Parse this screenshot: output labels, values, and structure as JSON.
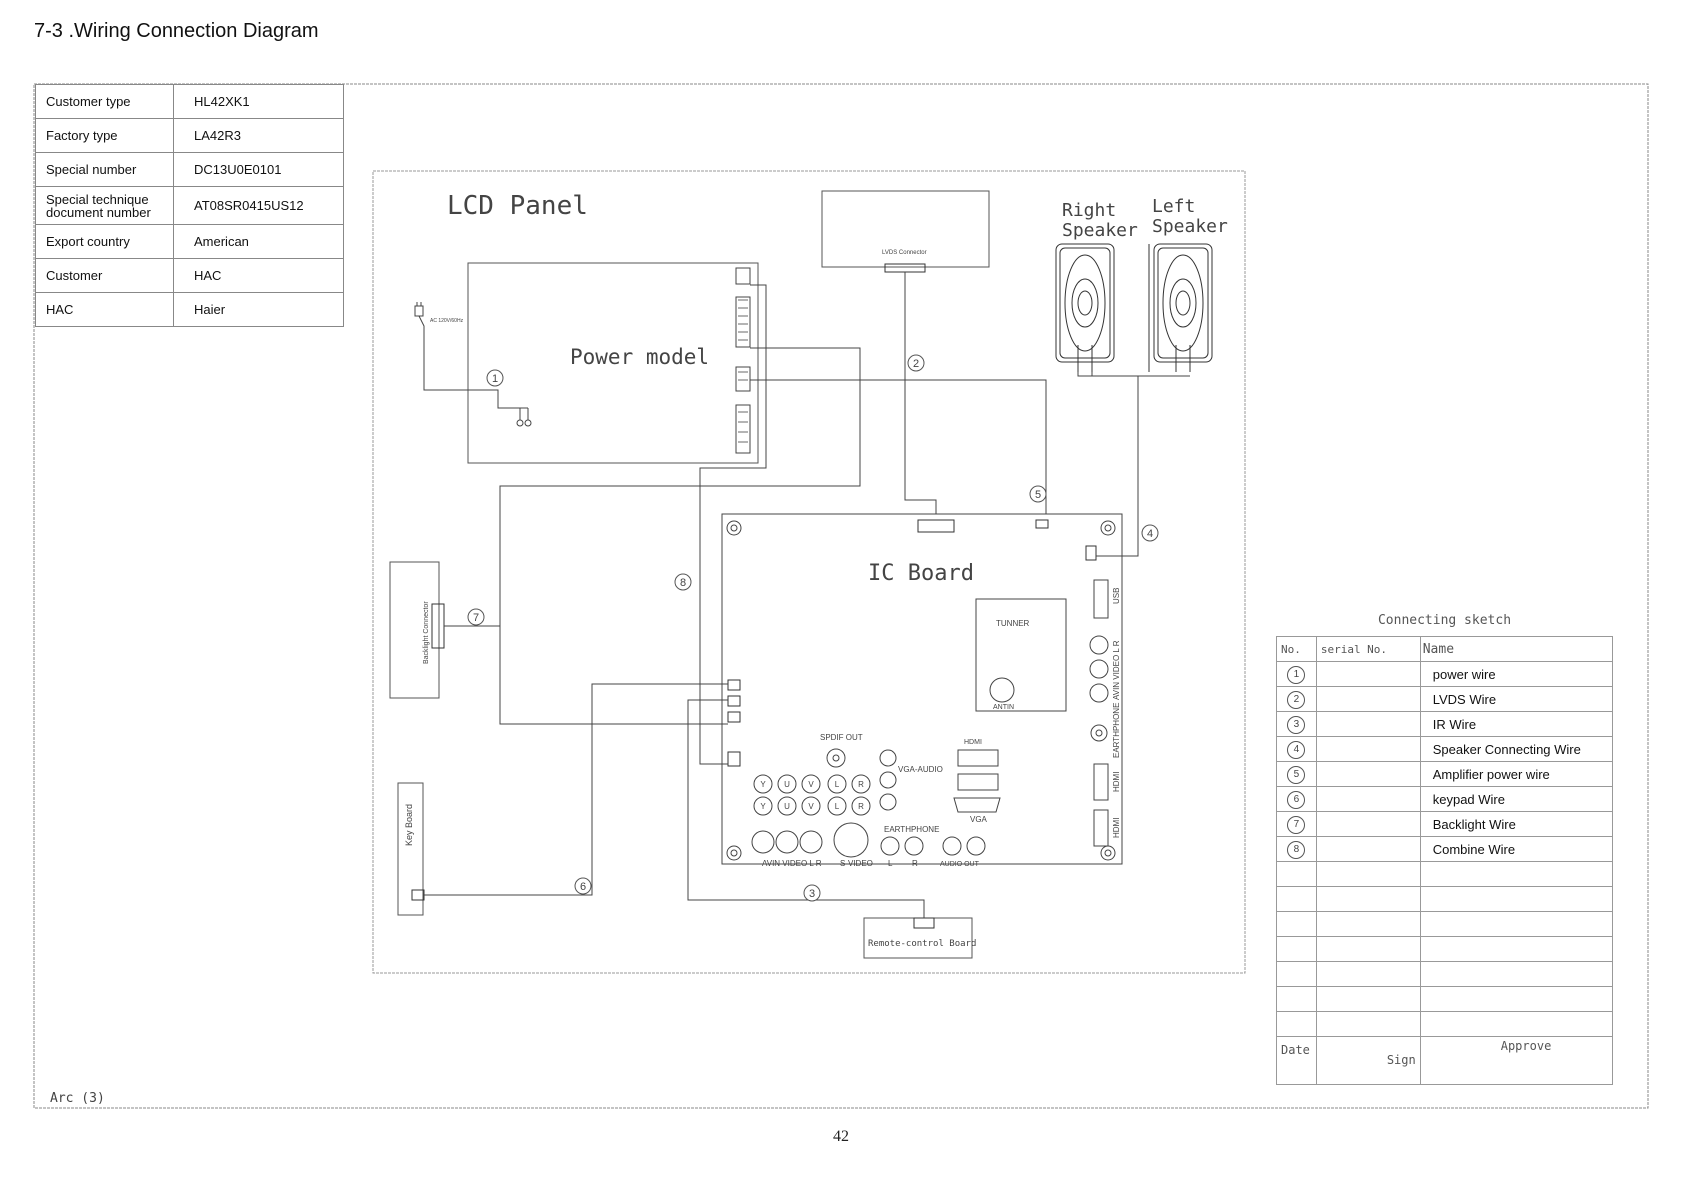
{
  "page": {
    "title": "7-3 .Wiring Connection Diagram",
    "page_number": "42",
    "corner_note": "Arc (3)"
  },
  "info_table": [
    {
      "key": "Customer type",
      "value": "HL42XK1"
    },
    {
      "key": "Factory type",
      "value": "LA42R3"
    },
    {
      "key": "Special number",
      "value": "DC13U0E0101"
    },
    {
      "key": "Special technique document number",
      "value": "AT08SR0415US12"
    },
    {
      "key": "Export country",
      "value": "American"
    },
    {
      "key": "Customer",
      "value": "HAC"
    },
    {
      "key": "HAC",
      "value": "Haier"
    }
  ],
  "diagram": {
    "lcd_panel": "LCD  Panel",
    "power_model": "Power  model",
    "ac_label": "AC 120V/60Hz",
    "lvds_connector": "LVDS Connector",
    "right_speaker": [
      "Right",
      "Speaker"
    ],
    "left_speaker": [
      "Left",
      "Speaker"
    ],
    "ic_board": "IC  Board",
    "tuner": "TUNNER",
    "antin": "ANTIN",
    "backlight_connector": "Backlight Connector",
    "key_board": "Key Board",
    "remote_board": "Remote-control Board",
    "spdif_out": "SPDIF OUT",
    "hdmi": "HDMI",
    "vga_audio": "VGA-AUDIO",
    "vga": "VGA",
    "earthphone": "EARTHPHONE",
    "audio_out": "AUDIO OUT",
    "usb": "USB",
    "av_in_side": "AVIN VIDEO L R",
    "earthphone_side": "EARTHPHONE",
    "hdmi_side_1": "HDMI",
    "hdmi_side_2": "HDMI",
    "bottom_labels": {
      "avin": "AVIN VIDEO L R",
      "svideo": "S-VIDEO",
      "l": "L",
      "r": "R",
      "audio_out": "AUDIO OUT"
    },
    "jack_letters": {
      "y": "Y",
      "u": "U",
      "v": "V",
      "l": "L",
      "r": "R"
    },
    "markers": [
      "1",
      "2",
      "3",
      "4",
      "5",
      "6",
      "7",
      "8"
    ]
  },
  "connecting_sketch": {
    "title": "Connecting sketch",
    "headers": [
      "No.",
      "serial No.",
      "Name"
    ],
    "rows": [
      {
        "no": "1",
        "name": "power wire"
      },
      {
        "no": "2",
        "name": "LVDS Wire"
      },
      {
        "no": "3",
        "name": "IR  Wire"
      },
      {
        "no": "4",
        "name": "Speaker Connecting Wire"
      },
      {
        "no": "5",
        "name": "Amplifier power wire"
      },
      {
        "no": "6",
        "name": "keypad  Wire"
      },
      {
        "no": "7",
        "name": "Backlight  Wire"
      },
      {
        "no": "8",
        "name": "Combine Wire"
      }
    ],
    "empty_rows": 7,
    "footer": {
      "date": "Date",
      "sign": "Sign",
      "approve": "Approve"
    }
  }
}
